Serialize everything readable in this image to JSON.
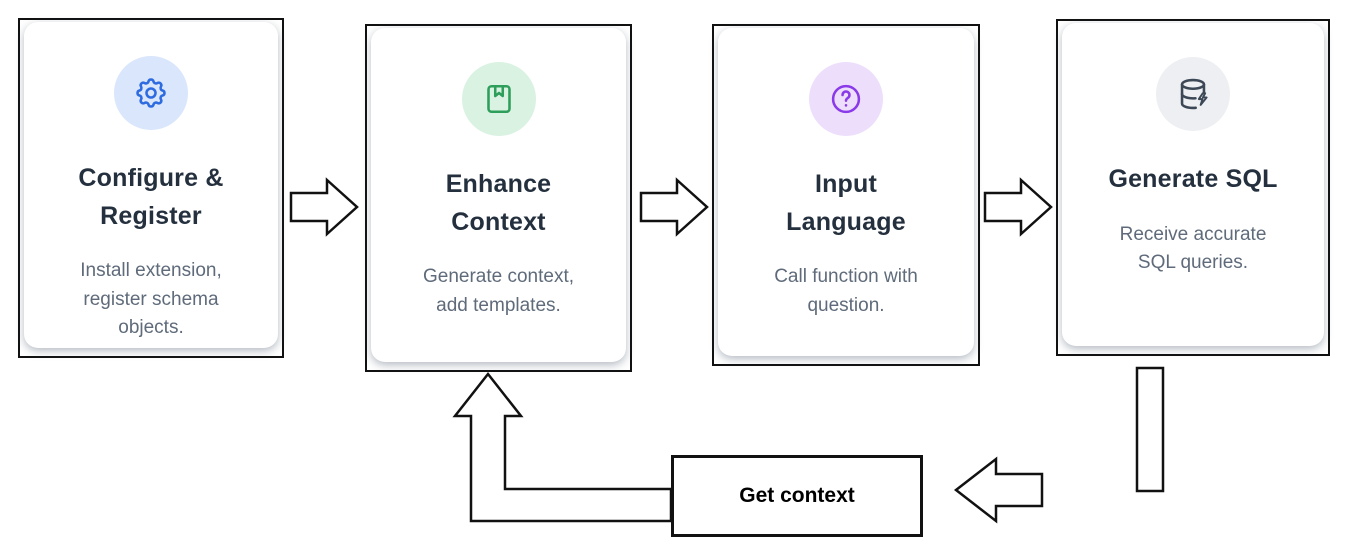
{
  "cards": [
    {
      "title": "Configure &\nRegister",
      "description": "Install extension,\nregister schema\nobjects.",
      "icon": "gear-icon",
      "icon_color": "#2f6be0",
      "icon_bg": "#d9e6fb"
    },
    {
      "title": "Enhance\nContext",
      "description": "Generate context,\nadd templates.",
      "icon": "book-icon",
      "icon_color": "#2e9e5b",
      "icon_bg": "#daf2e2"
    },
    {
      "title": "Input\nLanguage",
      "description": "Call function with\nquestion.",
      "icon": "question-circle-icon",
      "icon_color": "#8a3ae8",
      "icon_bg": "#eddffc"
    },
    {
      "title": "Generate SQL",
      "description": "Receive accurate\nSQL queries.",
      "icon": "database-bolt-icon",
      "icon_color": "#3d4856",
      "icon_bg": "#edeff2"
    }
  ],
  "loop": {
    "label": "Get context"
  },
  "colors": {
    "card_border": "#111111",
    "title_text": "#24303e",
    "description_text": "#5f6b7a",
    "arrow_outline": "#111111"
  }
}
